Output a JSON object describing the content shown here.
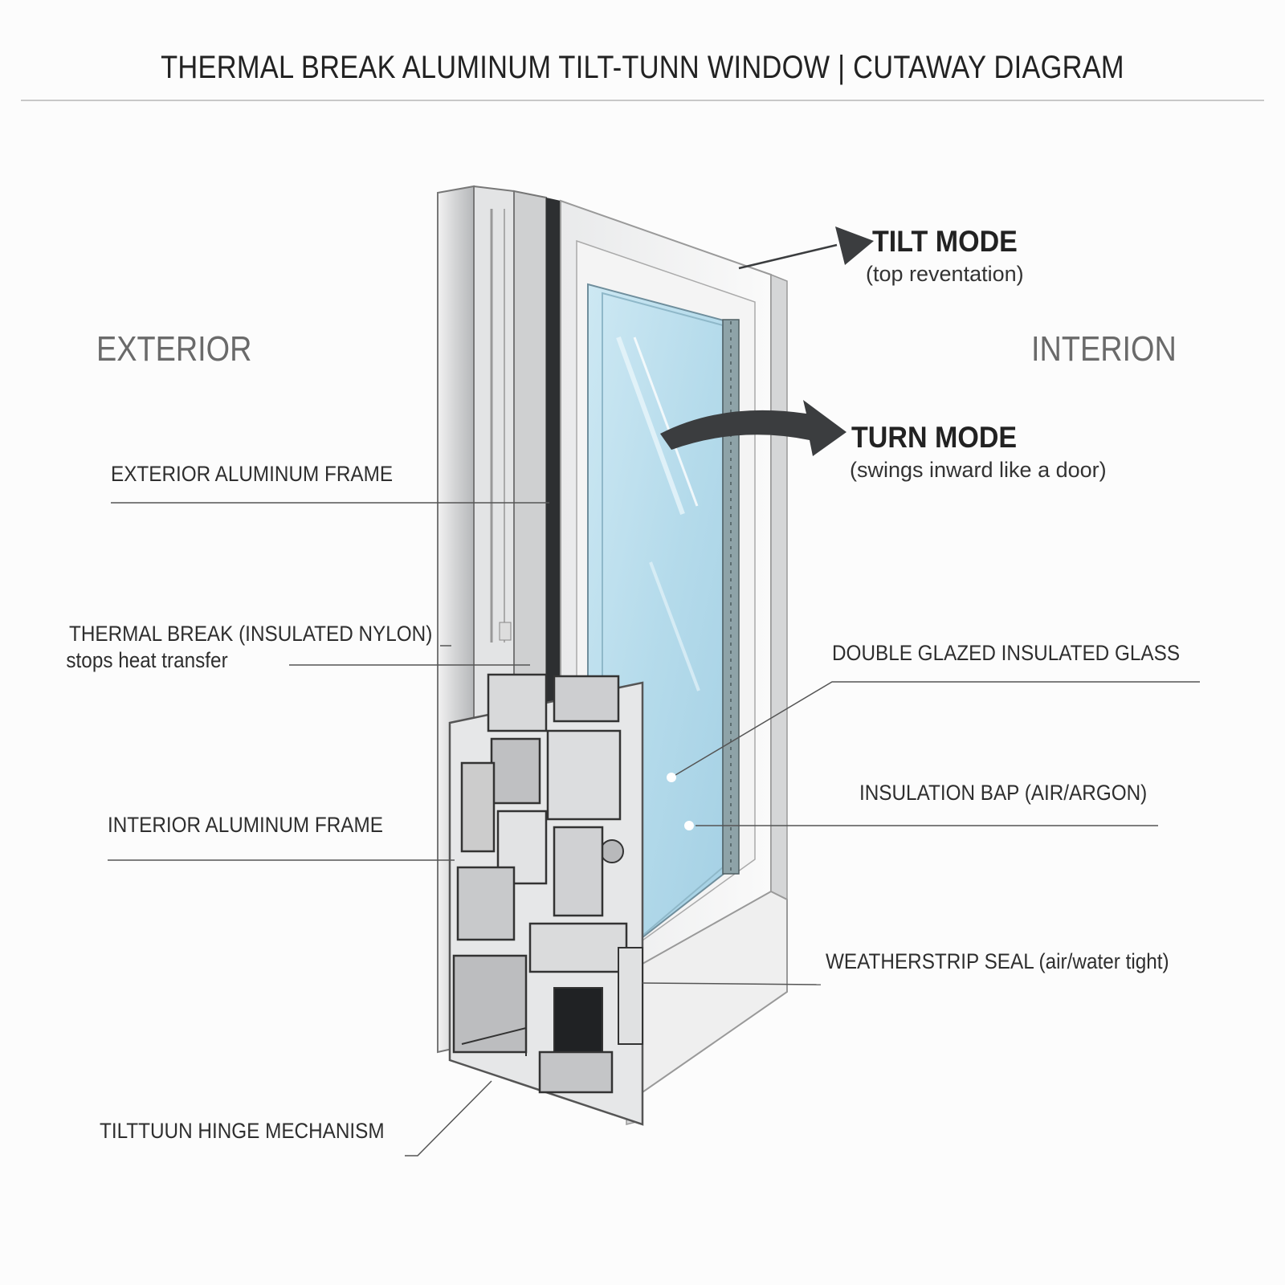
{
  "title": "THERMAL BREAK ALUMINUM TILT-TUNN WINDOW | CUTAWAY DIAGRAM",
  "sides": {
    "exterior": "EXTERIOR",
    "interior": "INTERION"
  },
  "modes": {
    "tilt": {
      "title": "TILT MODE",
      "subtitle": "(top reventation)"
    },
    "turn": {
      "title": "TURN MODE",
      "subtitle": "(swings inward like a door)"
    }
  },
  "callouts": {
    "exterior_frame": "EXTERIOR ALUMINUM FRAME",
    "thermal_break": "THERMAL BREAK (INSULATED NYLON)",
    "thermal_break_sub": "stops heat transfer",
    "interior_frame": "INTERIOR ALUMINUM FRAME",
    "hinge": "TILTTUUN HINGE MECHANISM",
    "glass": "DOUBLE GLAZED INSULATED GLASS",
    "gap": "INSULATION BAP (AIR/ARGON)",
    "seal": "WEATHERSTRIP SEAL (air/water tight)"
  },
  "colors": {
    "glass": "#bfe0ee",
    "aluminum": "#d9dadb",
    "aluminum_dark": "#8c8e90",
    "arrow": "#3b3d3f"
  }
}
